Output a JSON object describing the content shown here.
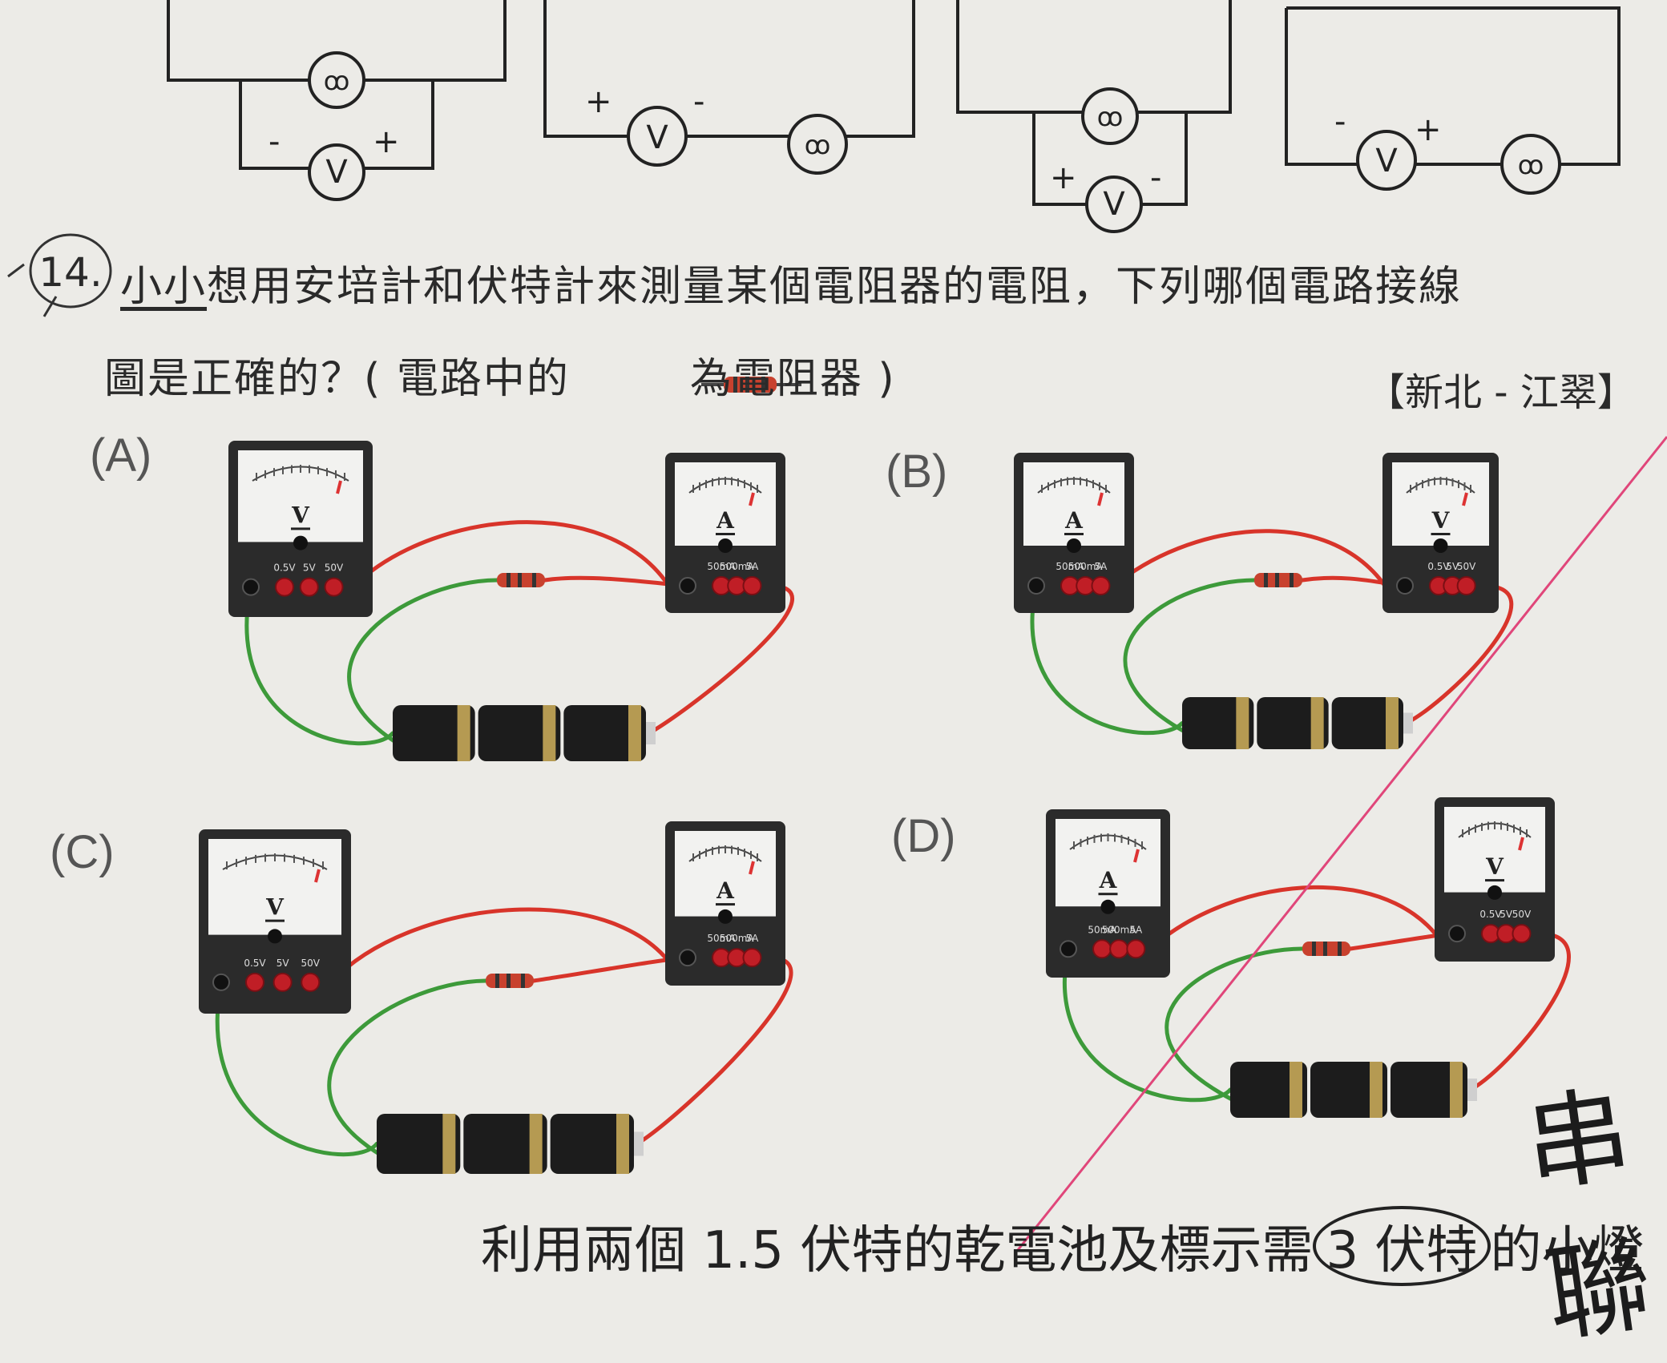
{
  "question": {
    "number": "14.",
    "name": "小小",
    "line1_rest": "想用安培計和伏特計來測量某個電阻器的電阻，下列哪個電路接線",
    "line2_start": "圖是正確的？(  電路中的",
    "line2_end": "為電阻器  )",
    "source": "【新北 - 江翠】"
  },
  "options": [
    {
      "label": "(A)",
      "left_meter": "V",
      "right_meter": "A"
    },
    {
      "label": "(B)",
      "left_meter": "A",
      "right_meter": "V"
    },
    {
      "label": "(C)",
      "left_meter": "V",
      "right_meter": "A"
    },
    {
      "label": "(D)",
      "left_meter": "A",
      "right_meter": "V"
    }
  ],
  "voltmeter_terminals": [
    "0.5V",
    "5V",
    "50V"
  ],
  "ammeter_terminals": [
    "50mA",
    "500mA",
    "5A"
  ],
  "top_symbols": {
    "voltmeter": "V",
    "plus": "+",
    "minus": "-"
  },
  "bottom_text": {
    "before": "利用兩個 1.5 伏特的乾電池及標示需",
    "circled": "3 伏特",
    "after": "的小燈"
  },
  "handwriting": "串聯",
  "colors": {
    "red_wire": "#d8342a",
    "green_wire": "#3d9a3a",
    "meter_body": "#2b2b2b",
    "pink_line": "#e0467a"
  }
}
